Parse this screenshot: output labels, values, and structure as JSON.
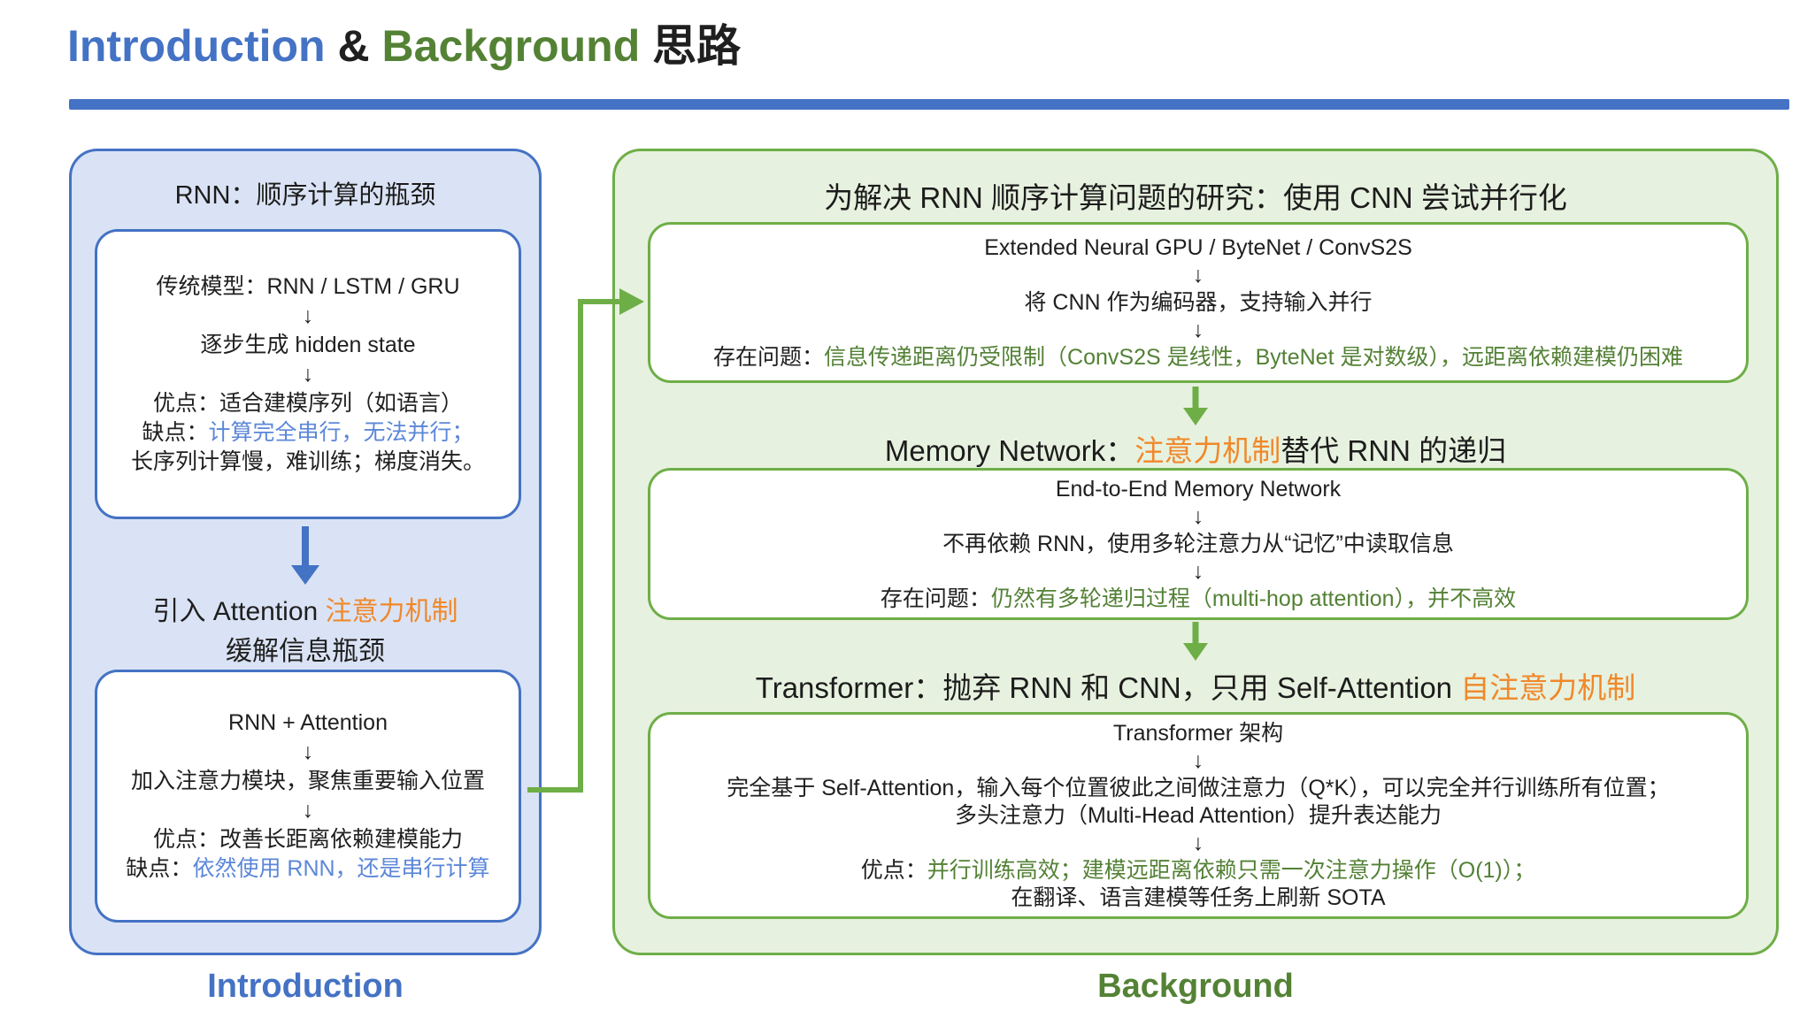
{
  "title": {
    "part_introduction": "Introduction",
    "part_amp": "&",
    "part_background": "Background",
    "part_suffix": "思路"
  },
  "glyphs": {
    "down_arrow": "↓"
  },
  "colors": {
    "blue_accent": "#4472C4",
    "blue_highlight_text": "#5B87D9",
    "blue_panel_fill": "#DAE3F5",
    "green_accent": "#6EAE47",
    "green_panel_fill": "#E7F1DF",
    "green_highlight_text": "#538135",
    "green_label": "#548235",
    "orange_highlight_text": "#F0882A"
  },
  "left_panel": {
    "heading": "RNN：顺序计算的瓶颈",
    "box1": {
      "l1": "传统模型：RNN / LSTM / GRU",
      "l2": "逐步生成 hidden state",
      "l3": "优点：适合建模序列（如语言）",
      "l4_label": "缺点：",
      "l4_highlight": "计算完全串行，无法并行；",
      "l5": "长序列计算慢，难训练；梯度消失。"
    },
    "mid": {
      "l1_prefix": "引入 Attention ",
      "l1_highlight": "注意力机制",
      "l2": "缓解信息瓶颈"
    },
    "box2": {
      "l1": "RNN + Attention",
      "l2": "加入注意力模块，聚焦重要输入位置",
      "l3": "优点：改善长距离依赖建模能力",
      "l4_label": "缺点：",
      "l4_highlight": "依然使用 RNN，还是串行计算"
    },
    "footer": "Introduction"
  },
  "right_panel": {
    "heading1": "为解决 RNN 顺序计算问题的研究：使用 CNN 尝试并行化",
    "box1": {
      "l1": "Extended Neural GPU / ByteNet / ConvS2S",
      "l2": "将 CNN 作为编码器，支持输入并行",
      "l3_label": "存在问题：",
      "l3_highlight": "信息传递距离仍受限制（ConvS2S 是线性，ByteNet 是对数级），远距离依赖建模仍困难"
    },
    "heading2": {
      "prefix": "Memory Network：",
      "highlight": "注意力机制",
      "suffix": "替代 RNN 的递归"
    },
    "box2": {
      "l1": "End-to-End Memory Network",
      "l2": "不再依赖 RNN，使用多轮注意力从“记忆”中读取信息",
      "l3_label": "存在问题：",
      "l3_highlight": "仍然有多轮递归过程（multi-hop attention），并不高效"
    },
    "heading3": {
      "prefix": "Transformer：抛弃 RNN 和 CNN，只用 Self-Attention ",
      "highlight": "自注意力机制"
    },
    "box3": {
      "l1": "Transformer 架构",
      "l2": "完全基于 Self-Attention，输入每个位置彼此之间做注意力（Q*K），可以完全并行训练所有位置；",
      "l3": "多头注意力（Multi-Head Attention）提升表达能力",
      "l4_label": "优点：",
      "l4_highlight": "并行训练高效；建模远距离依赖只需一次注意力操作（O(1)）；",
      "l5": "在翻译、语言建模等任务上刷新 SOTA"
    },
    "footer": "Background"
  }
}
